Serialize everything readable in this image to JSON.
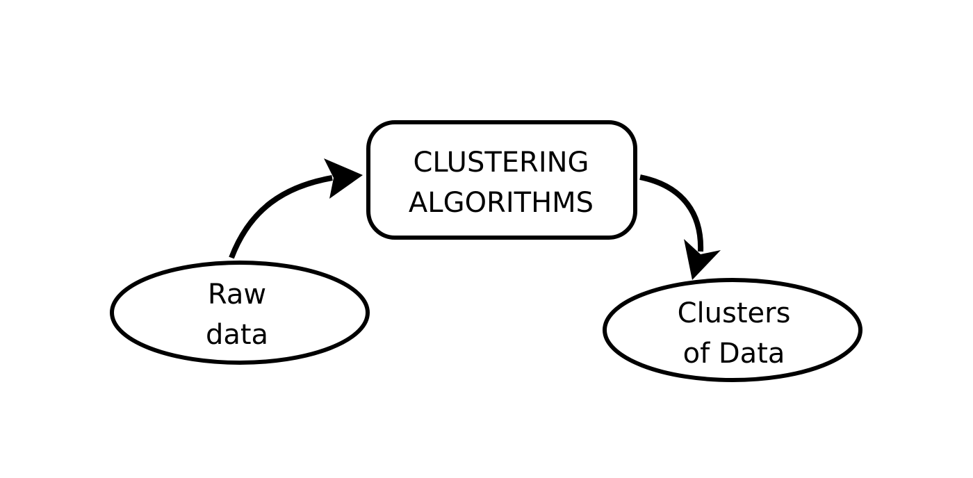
{
  "diagram": {
    "nodes": {
      "raw_data": {
        "line1": "Raw",
        "line2": "data"
      },
      "algorithm": {
        "line1": "CLUSTERING",
        "line2": "ALGORITHMS"
      },
      "clusters": {
        "line1": "Clusters",
        "line2": "of Data"
      }
    },
    "edges": [
      {
        "from": "raw_data",
        "to": "algorithm"
      },
      {
        "from": "algorithm",
        "to": "clusters"
      }
    ],
    "colors": {
      "stroke": "#000000",
      "background": "#ffffff"
    }
  }
}
